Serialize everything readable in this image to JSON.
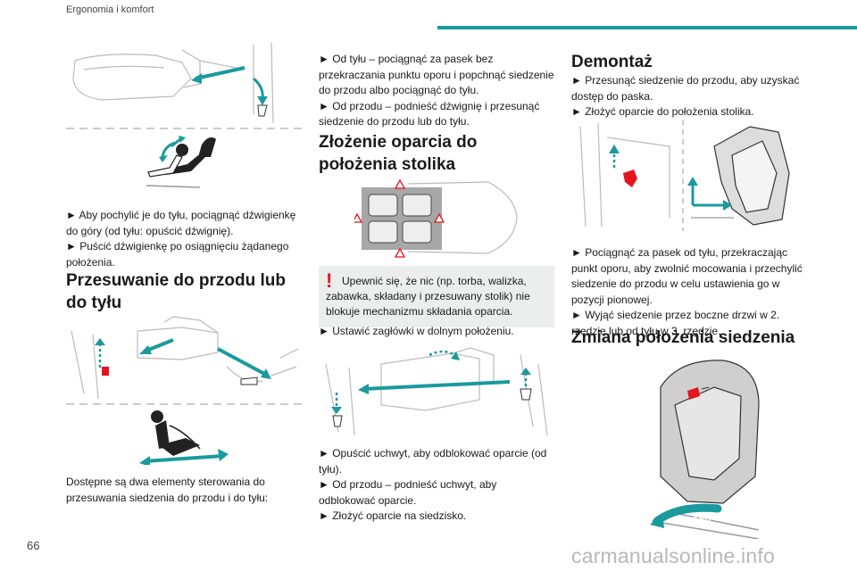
{
  "header": {
    "title": "Ergonomia i komfort"
  },
  "page_number": "66",
  "watermark": "carmanualsonline.info",
  "col1": {
    "para1": [
      "► Aby pochylić je do tyłu, pociągnąć dźwigienkę do góry (od tyłu: opuścić dźwignię).",
      "► Puścić dźwigienkę po osiągnięciu żądanego położenia."
    ],
    "heading": "Przesuwanie do przodu lub do tyłu",
    "para2": "Dostępne są dwa elementy sterowania do przesuwania siedzenia do przodu i do tyłu:"
  },
  "col2": {
    "para1": [
      "► Od tyłu – pociągnąć za pasek bez przekraczania punktu oporu i popchnąć siedzenie do przodu albo pociągnąć do tyłu.",
      "► Od przodu – podnieść dźwignię i przesunąć siedzenie do przodu lub do tyłu."
    ],
    "heading": "Złożenie oparcia do położenia stolika",
    "warning_mark": "!",
    "warning": "Upewnić się, że nic (np. torba, walizka, zabawka, składany i przesuwany stolik) nie blokuje mechanizmu składania oparcia.",
    "para2": "► Ustawić zagłówki w dolnym położeniu.",
    "para3": [
      "► Opuścić uchwyt, aby odblokować oparcie (od tyłu).",
      "► Od przodu – podnieść uchwyt, aby odblokować oparcie.",
      "► Złożyć oparcie na siedzisko."
    ]
  },
  "col3": {
    "heading1": "Demontaż",
    "para1": [
      "► Przesunąć siedzenie do przodu, aby uzyskać dostęp do paska.",
      "► Złożyć oparcie do położenia stolika."
    ],
    "para2": [
      "► Pociągnąć za pasek od tyłu, przekraczając punkt oporu, aby zwolnić mocowania i przechylić siedzenie do przodu w celu ustawienia go w pozycji pionowej.",
      "► Wyjąć siedzenie przez boczne drzwi w 2. rzędzie lub od tyłu w 3. rzędzie."
    ],
    "heading2": "Zmiana położenia siedzenia",
    "rotation_label": "180°"
  },
  "colors": {
    "accent": "#1a9a9d",
    "warning": "#e4151f",
    "note_bg": "#eceeed"
  }
}
